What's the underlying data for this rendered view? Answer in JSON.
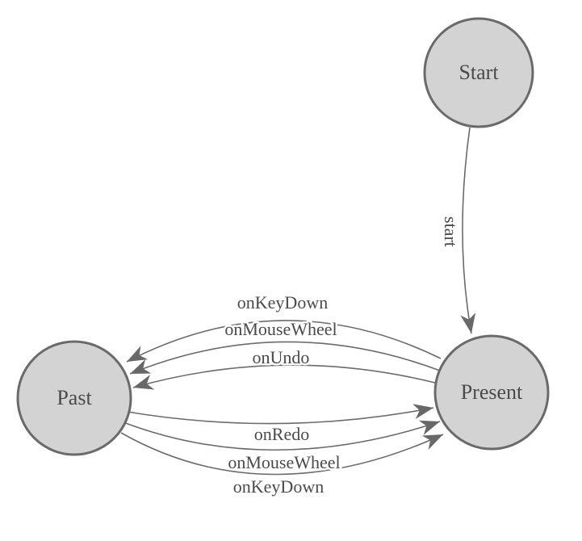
{
  "colors": {
    "background": "#ffffff",
    "node_fill": "#d3d3d3",
    "node_border": "#6a6a6a",
    "edge_line": "#6b6b6b",
    "label_text": "#4a4a4a"
  },
  "nodes": [
    {
      "id": "start",
      "label": "Start"
    },
    {
      "id": "past",
      "label": "Past"
    },
    {
      "id": "present",
      "label": "Present"
    }
  ],
  "edges": [
    {
      "from": "Start",
      "to": "Present",
      "label": "start"
    },
    {
      "from": "Present",
      "to": "Past",
      "label": "onKeyDown"
    },
    {
      "from": "Present",
      "to": "Past",
      "label": "onMouseWheel"
    },
    {
      "from": "Present",
      "to": "Past",
      "label": "onUndo"
    },
    {
      "from": "Past",
      "to": "Present",
      "label": "onRedo"
    },
    {
      "from": "Past",
      "to": "Present",
      "label": "onMouseWheel"
    },
    {
      "from": "Past",
      "to": "Present",
      "label": "onKeyDown"
    }
  ]
}
